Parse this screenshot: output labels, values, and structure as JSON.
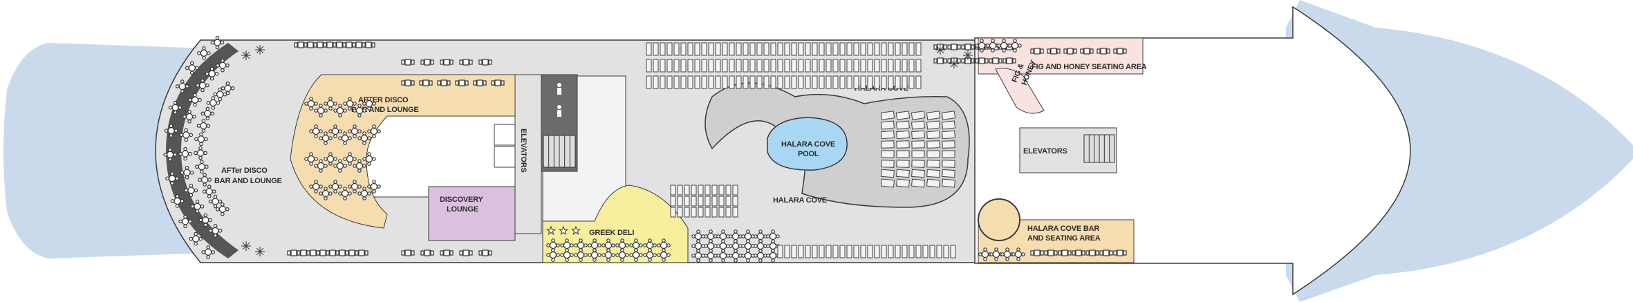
{
  "colors": {
    "sea": "#c9daed",
    "deck": "#e2e2e2",
    "interior": "#f3f3f3",
    "white": "#ffffff",
    "outline": "#3a3a3a",
    "bar": "#f6ddb0",
    "discovery": "#dcc0e0",
    "deli": "#f7ef9c",
    "fig": "#f9e3de",
    "pool": "#a8d6f3",
    "terrain": "#cfcfcf"
  },
  "labels": {
    "after_disco_outer": [
      "AFTer DISCO",
      "BAR AND LOUNGE"
    ],
    "after_disco_inner": [
      "AFTER DISCO",
      "BAR AND LOUNGE"
    ],
    "discovery": [
      "DISCOVERY",
      "LOUNGE"
    ],
    "elevators_mid": "ELEVATORS",
    "elevators_fwd": "ELEVATORS",
    "greek_deli": "GREEK DELI",
    "halara_cove_top": "HALARA COVE",
    "halara_cove_bottom": "HALARA COVE",
    "pool": [
      "HALARA COVE",
      "POOL"
    ],
    "fig_honey_area": "FIG AND HONEY SEATING AREA",
    "fig_honey": [
      "FIG &",
      "HONEY"
    ],
    "cove_bar": [
      "HALARA COVE BAR",
      "AND SEATING AREA"
    ]
  },
  "icons": {
    "restroom": "person-icon",
    "stairs": "stairs-icon",
    "stars": "star-icon"
  }
}
